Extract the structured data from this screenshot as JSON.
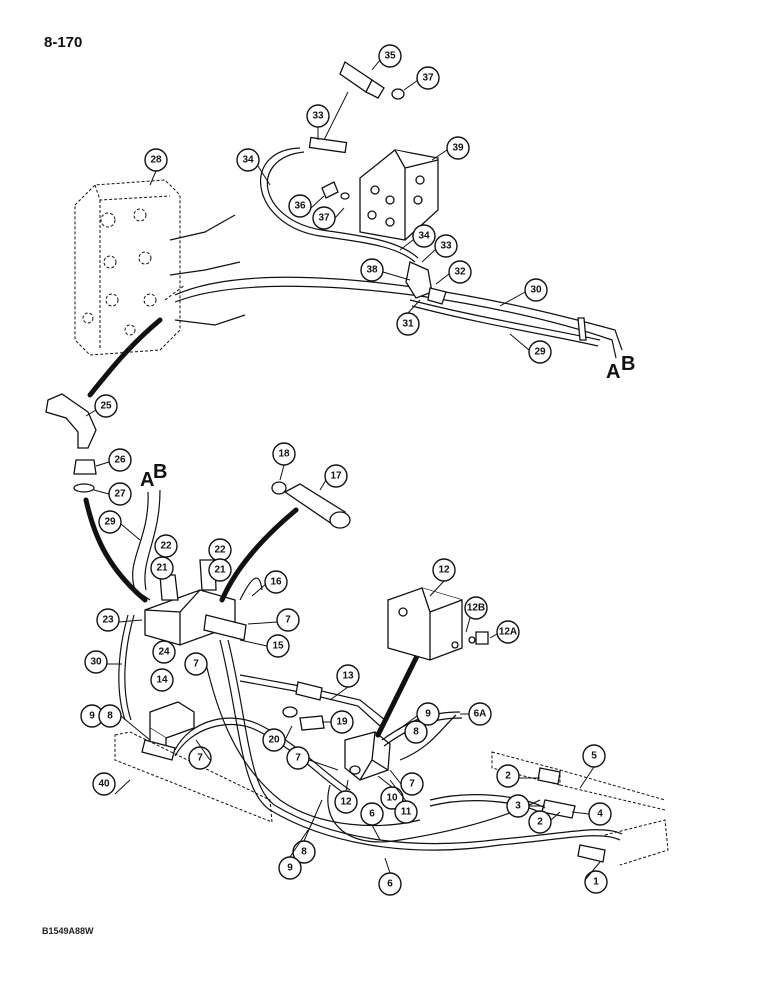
{
  "page_number": "8-170",
  "figure_code": "B1549A88W",
  "hose_labels": {
    "a": "A",
    "b": "B"
  },
  "callouts": [
    "35",
    "37",
    "33",
    "39",
    "34",
    "36",
    "37",
    "28",
    "34",
    "33",
    "38",
    "32",
    "30",
    "31",
    "29",
    "25",
    "26",
    "27",
    "18",
    "17",
    "22",
    "21",
    "22",
    "21",
    "16",
    "29",
    "23",
    "7",
    "24",
    "15",
    "7",
    "12",
    "12B",
    "12A",
    "30",
    "14",
    "13",
    "9",
    "8",
    "19",
    "9",
    "6A",
    "20",
    "8",
    "7",
    "7",
    "40",
    "7",
    "5",
    "2",
    "3",
    "4",
    "2",
    "12",
    "10",
    "11",
    "6",
    "8",
    "9",
    "6",
    "1"
  ]
}
